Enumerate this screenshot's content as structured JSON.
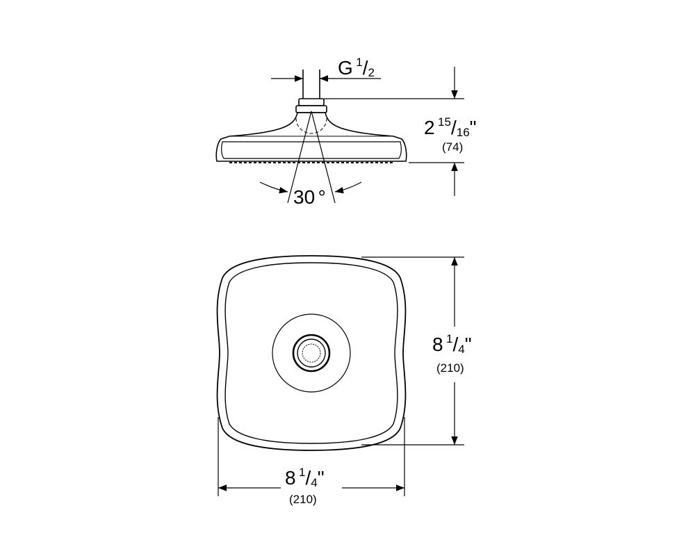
{
  "thread": {
    "letter": "G",
    "num": "1",
    "den": "2"
  },
  "height": {
    "whole": "2",
    "num": "15",
    "den": "16",
    "unit": "\"",
    "mm": "(74)"
  },
  "angle": {
    "value": "30",
    "unit": "°"
  },
  "depth": {
    "whole": "8",
    "num": "1",
    "den": "4",
    "unit": "\"",
    "mm": "(210)"
  },
  "width": {
    "whole": "8",
    "num": "1",
    "den": "4",
    "unit": "\"",
    "mm": "(210)"
  }
}
